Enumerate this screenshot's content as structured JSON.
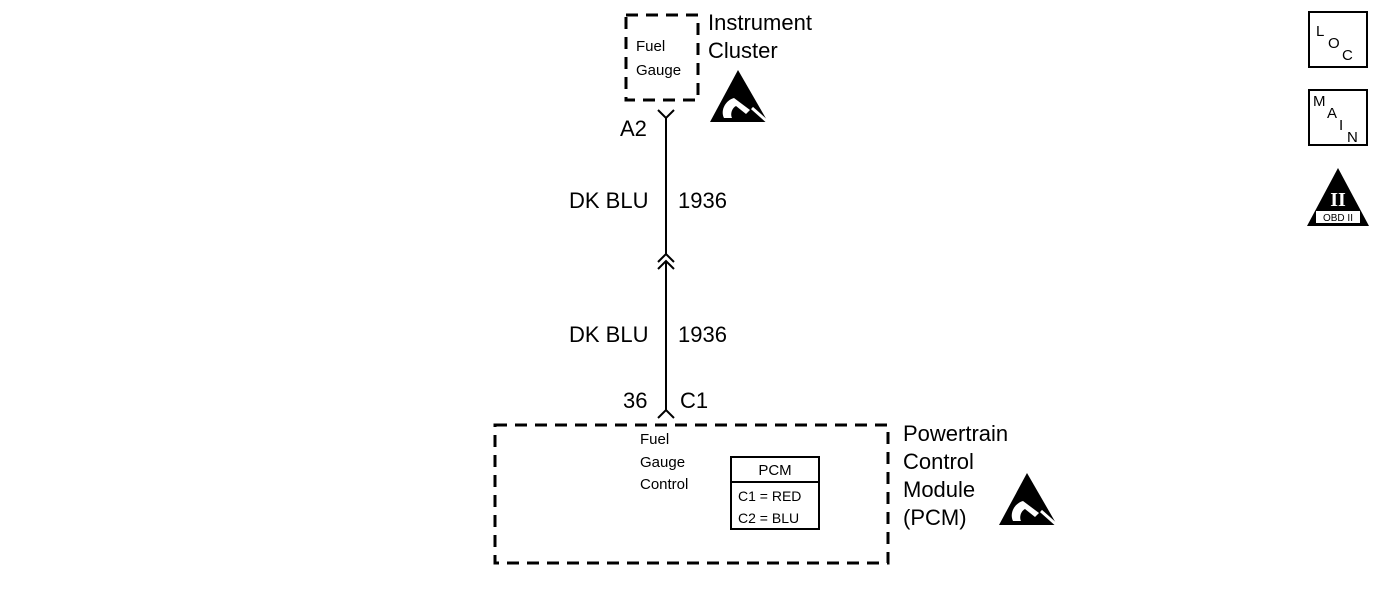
{
  "instrument_cluster": {
    "name_line1": "Instrument",
    "name_line2": "Cluster",
    "component_line1": "Fuel",
    "component_line2": "Gauge",
    "pin": "A2"
  },
  "wire_segments": [
    {
      "color": "DK BLU",
      "circuit": "1936"
    },
    {
      "color": "DK BLU",
      "circuit": "1936"
    }
  ],
  "pcm_connection": {
    "pin": "36",
    "connector": "C1"
  },
  "pcm": {
    "name_line1": "Powertrain",
    "name_line2": "Control",
    "name_line3": "Module",
    "name_line4": "(PCM)",
    "component_line1": "Fuel",
    "component_line2": "Gauge",
    "component_line3": "Control",
    "legend_title": "PCM",
    "legend_c1": "C1 = RED",
    "legend_c2": "C2 = BLU"
  },
  "side_icons": {
    "loc": {
      "l1": "L",
      "l2": "O",
      "l3": "C"
    },
    "main": {
      "l1": "M",
      "l2": "A",
      "l3": "I",
      "l4": "N"
    },
    "obd": {
      "symbol": "II",
      "label": "OBD II"
    }
  }
}
